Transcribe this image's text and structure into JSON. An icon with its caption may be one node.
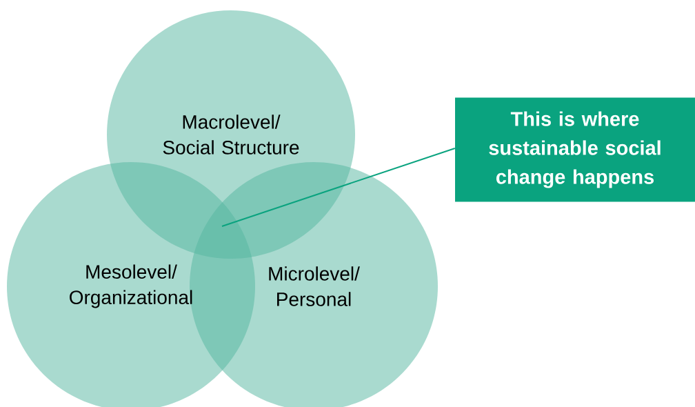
{
  "diagram": {
    "nodes": [
      {
        "text": [
          "Macrolevel/ Social Structure"
        ]
      },
      {
        "text": [
          "Mesolevel/ Organizational"
        ]
      },
      {
        "text": [
          "Microlevel/ Personal"
        ]
      },
      {
        "text": [
          "This is where sustainable social change happens"
        ]
      }
    ],
    "edges": [
      {
        "from": 3,
        "to": 0,
        "arrow": "none"
      }
    ]
  }
}
